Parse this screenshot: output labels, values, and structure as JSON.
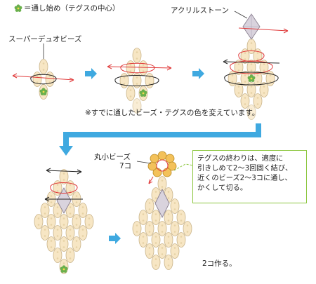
{
  "legend": {
    "text": "＝通し始め（テグスの中心）"
  },
  "labels": {
    "super_duo": "スーパーデュオビーズ",
    "acrylic_stone": "アクリルストーン",
    "color_note": "※すでに通したビーズ・テグスの色を変えています。",
    "round_beads_line1": "丸小ビーズ",
    "round_beads_line2": "7コ",
    "make_two": "2コ作る。"
  },
  "callout": {
    "lines": [
      "テグスの終わりは、適度に",
      "引きしめて2〜3回固く結び、",
      "近くのビーズ2〜3コに通し、",
      "かくして切る。"
    ]
  },
  "colors": {
    "bead_fill": "#f7e6c4",
    "bead_stroke": "#c9b48a",
    "arrow_blue": "#3fa9e0",
    "thread_red": "#e03a3a",
    "flower_green": "#6ab04c",
    "callout_border": "#8cc63f",
    "stone": "#d9d3dd"
  },
  "icons": [
    "flower-icon",
    "right-arrow-icon",
    "down-arrow-icon"
  ]
}
